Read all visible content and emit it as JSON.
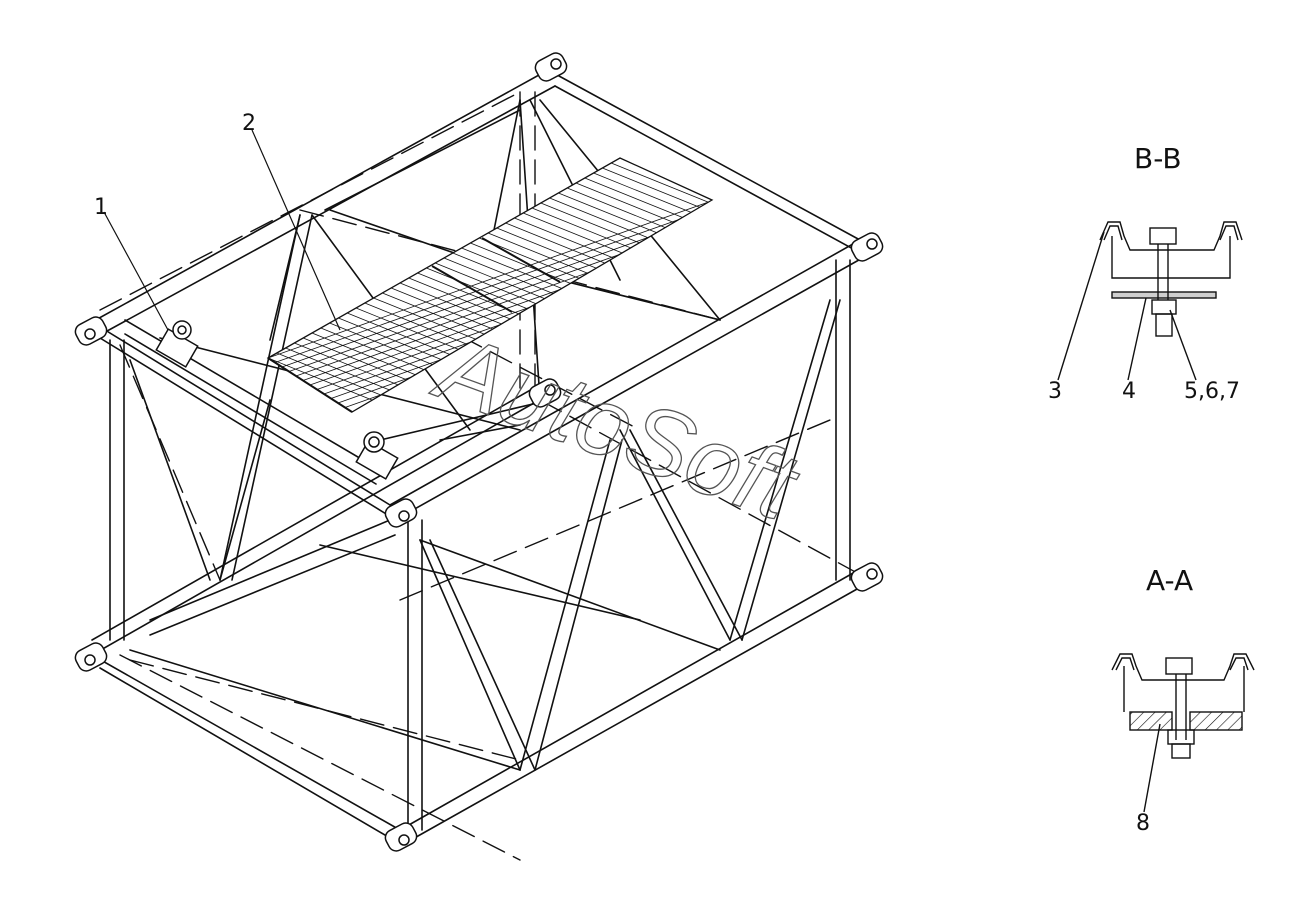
{
  "callouts": [
    "1",
    "2",
    "3",
    "4",
    "5,6,7",
    "8"
  ],
  "sections": {
    "bb": "B-B",
    "aa": "A-A"
  },
  "watermark": "AutoSoft"
}
